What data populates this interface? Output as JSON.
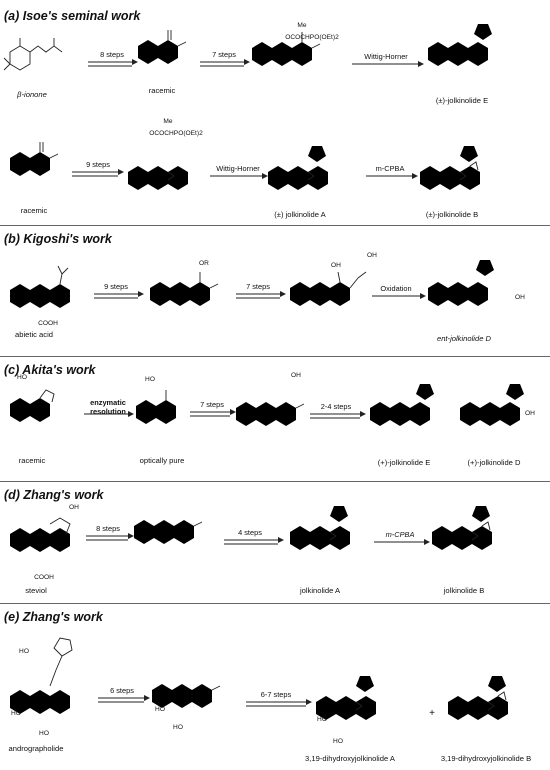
{
  "sections": [
    {
      "id": "a",
      "title": "(a) Isoe's  seminal work",
      "row1": {
        "labels": [
          "β-ionone",
          "racemic",
          "",
          "(±)-jolkinolide E"
        ],
        "arrows": [
          "8 steps",
          "7 steps",
          "Wittig-Horner"
        ],
        "reagent": "OCOCHPO(OEt)2",
        "me": "Me"
      },
      "row2": {
        "labels": [
          "racemic",
          "",
          "(±) jolkinolide A",
          "(±)-jolkinolide B"
        ],
        "arrows": [
          "9 steps",
          "Wittig-Horner",
          "m-CPBA"
        ],
        "reagent": "OCOCHPO(OEt)2",
        "me": "Me"
      }
    },
    {
      "id": "b",
      "title": "(b) Kigoshi's work",
      "labels": [
        "abietic acid",
        "",
        "",
        "ent-jolkinolide D"
      ],
      "arrows": [
        "9 steps",
        "7 steps",
        "Oxidation"
      ],
      "groups": [
        "COOH",
        "OR",
        "OH",
        "OH",
        "OH"
      ]
    },
    {
      "id": "c",
      "title": "(c) Akita's work",
      "labels": [
        "racemic",
        "optically pure",
        "",
        "(+)-jolkinolide E",
        "(+)-jolkinolide D"
      ],
      "arrows": [
        "enzymatic resolution",
        "7 steps",
        "2-4 steps"
      ],
      "groups": [
        "HO",
        "HO",
        "OH",
        "OH"
      ]
    },
    {
      "id": "d",
      "title": "(d) Zhang's work",
      "labels": [
        "steviol",
        "",
        "jolkinolide A",
        "jolkinolide B"
      ],
      "arrows": [
        "8 steps",
        "4 steps",
        "m-CPBA"
      ],
      "groups": [
        "OH",
        "COOH"
      ]
    },
    {
      "id": "e",
      "title": "(e) Zhang's work",
      "labels": [
        "andrographolide",
        "",
        "3,19-dihydroxyjolkinolide A",
        "3,19-dihydroxyjolkinolide B"
      ],
      "arrows": [
        "6 steps",
        "6-7 steps"
      ],
      "plus": "+",
      "groups": [
        "HO",
        "HO",
        "HO",
        "HO",
        "HO",
        "HO",
        "HO"
      ]
    }
  ]
}
